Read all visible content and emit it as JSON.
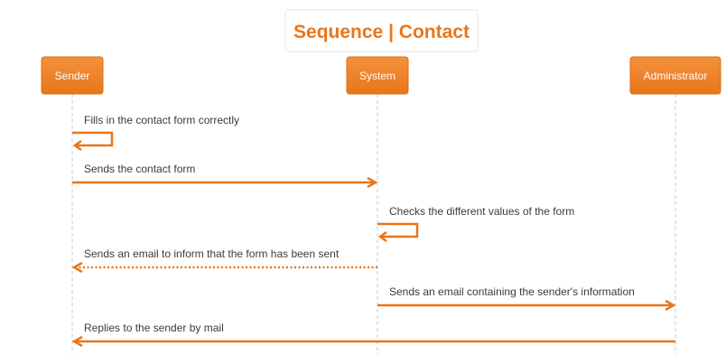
{
  "title": "Sequence | Contact",
  "colors": {
    "accent": "#e8761a",
    "lifeline": "#c8c8c8",
    "text": "#3b3b3b"
  },
  "actors": [
    {
      "id": "sender",
      "label": "Sender"
    },
    {
      "id": "system",
      "label": "System"
    },
    {
      "id": "admin",
      "label": "Administrator"
    }
  ],
  "messages": [
    {
      "from": "sender",
      "to": "sender",
      "label": "Fills in the contact form correctly",
      "style": "solid"
    },
    {
      "from": "sender",
      "to": "system",
      "label": "Sends the contact form",
      "style": "solid"
    },
    {
      "from": "system",
      "to": "system",
      "label": "Checks the different values of the form",
      "style": "solid"
    },
    {
      "from": "system",
      "to": "sender",
      "label": "Sends an email to inform that the form has been sent",
      "style": "dotted"
    },
    {
      "from": "system",
      "to": "admin",
      "label": "Sends an email containing the sender's information",
      "style": "solid"
    },
    {
      "from": "admin",
      "to": "sender",
      "label": "Replies to the sender by mail",
      "style": "solid"
    }
  ]
}
